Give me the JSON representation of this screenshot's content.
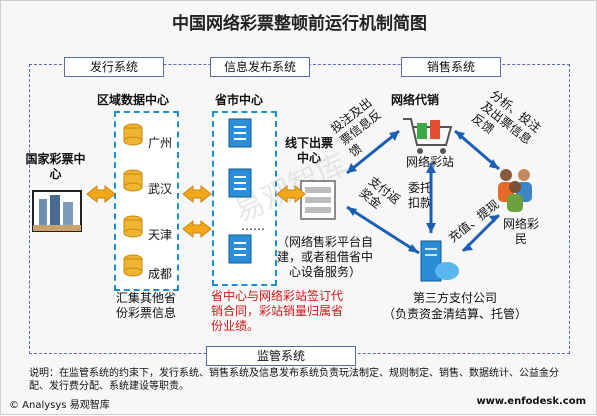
{
  "title": "中国网络彩票整顿前运行机制简图",
  "sections": {
    "issue": "发行系统",
    "info": "信息发布系统",
    "sales": "销售系统",
    "supervision": "监管系统"
  },
  "nodes": {
    "national_center": "国家彩票中心",
    "regional_center": "区域数据中心",
    "provincial_center": "省市中心",
    "offline_center": "线下出票中心",
    "network_agent": "网络代销",
    "network_station": "网络彩站",
    "network_players": "网络彩民",
    "third_party_line1": "第三方支付公司",
    "third_party_line2": "（负责资金清结算、托管）"
  },
  "regions": [
    "广州",
    "武汉",
    "天津",
    "成都"
  ],
  "region_more": "汇集其他省份彩票信息",
  "provincial_dots": "……",
  "platform_note": "（网络售彩平台自建，或者租借省中心设备服务）",
  "red_note": "省中心与网络彩站签订代销合同，彩站销量归属省份业绩。",
  "edge_labels": {
    "bet_results": "投注及出票信息反馈",
    "analysis": "分析、投注及出票信息反馈",
    "payment_station": "支付返奖金",
    "entrusted_deduction": "委托扣款",
    "recharge": "充值、提现"
  },
  "watermark": "易观智库",
  "note": "说明：在监管系统的约束下，发行系统、销售系统及信息发布系统负责玩法制定、规则制定、销售、数据统计、公益金分配、发行费分配、系统建设等职责。",
  "footer": {
    "left": "© Analysys 易观智库",
    "right": "www.enfodesk.com"
  },
  "colors": {
    "frame": "#5a6bb0",
    "dashed_column": "#1a8fd6",
    "arrow_orange": "#f3a81c",
    "arrow_blue": "#1a5fb4",
    "note_red": "#d21414"
  }
}
